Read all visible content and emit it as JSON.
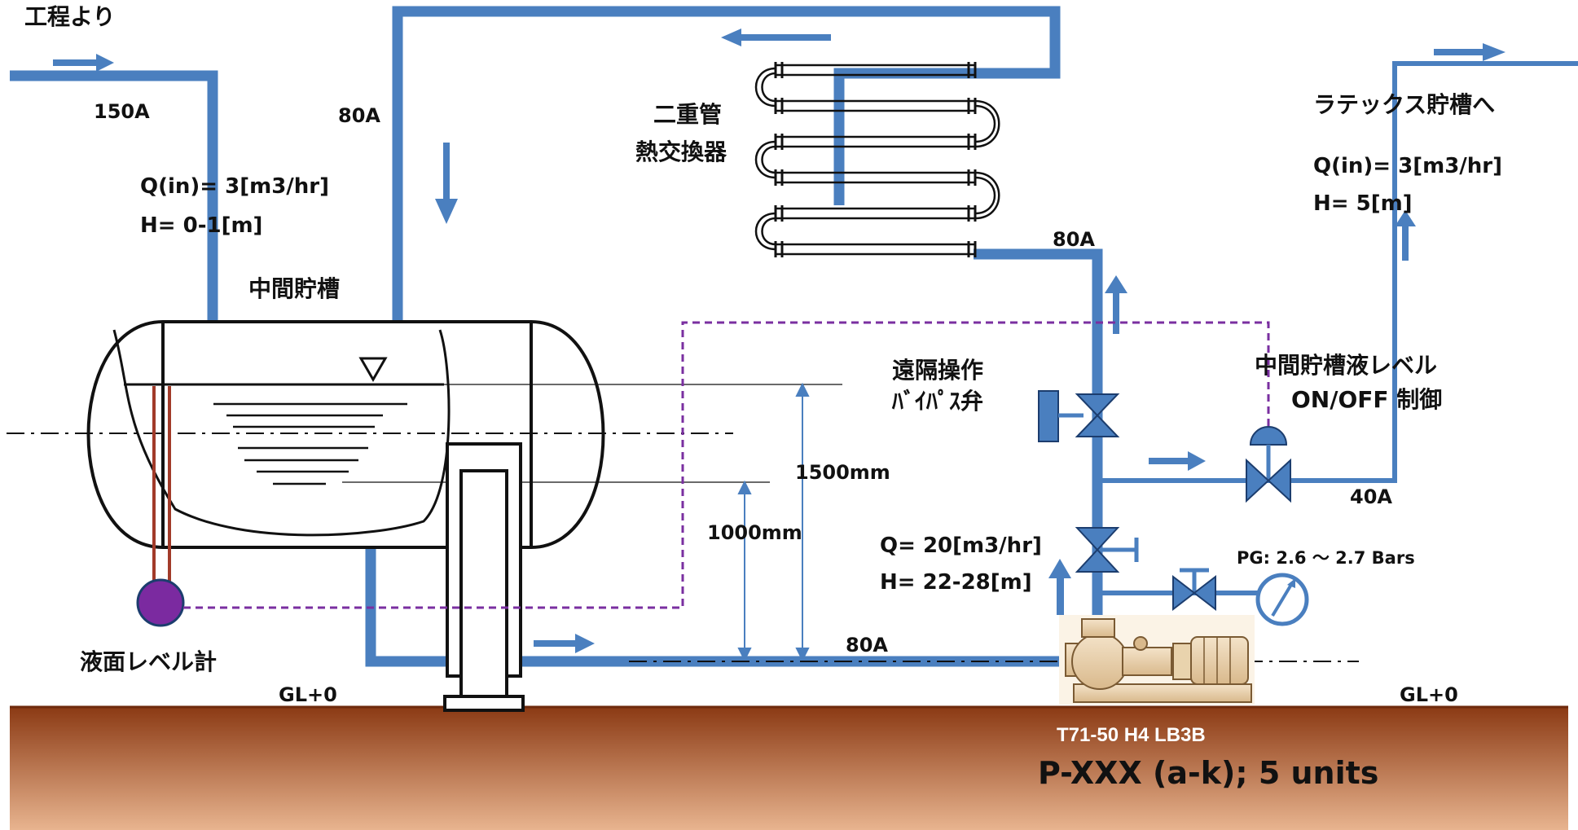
{
  "colors": {
    "pipe": "#4a7fbf",
    "arrow": "#4a7fbf",
    "control_line": "#7a2fa0",
    "ground_top": "#8b3a14",
    "ground_bottom": "#e8b48f",
    "sensor_rod": "#a23b2a",
    "sensor_bulb": "#7b2aa0"
  },
  "labels": {
    "source": "工程より",
    "pipe_150a": "150A",
    "pipe_80a_top": "80A",
    "inflow_q": "Q(in)= 3[m3/hr]",
    "inflow_h": "H= 0-1[m]",
    "tank_name": "中間貯槽",
    "level_gauge": "液面レベル計",
    "gl_left": "GL+0",
    "gl_right": "GL+0",
    "hx_line1": "二重管",
    "hx_line2": "熱交換器",
    "pipe_80a_hx": "80A",
    "destination": "ラテックス貯槽へ",
    "outflow_q": "Q(in)= 3[m3/hr]",
    "outflow_h": "H= 5[m]",
    "remote_valve_line1": "遠隔操作",
    "remote_valve_line2": "ﾊﾞｲﾊﾟｽ弁",
    "level_ctrl_line1": "中間貯槽液レベル",
    "level_ctrl_line2": "ON/OFF 制御",
    "pipe_40a": "40A",
    "dim_1500": "1500mm",
    "dim_1000": "1000mm",
    "pump_q": "Q= 20[m3/hr]",
    "pump_h": "H= 22-28[m]",
    "pressure_gauge": "PG: 2.6 〜 2.7 Bars",
    "pipe_80a_bottom": "80A",
    "pump_model": "T71-50 H4  LB3B",
    "pump_tag": "P-XXX (a-k);  5 units"
  },
  "icons": {
    "level_gauge": "level-gauge-icon",
    "pressure_gauge": "pressure-gauge-icon",
    "remote_valve": "remote-bypass-valve-icon",
    "control_valve": "level-control-valve-icon",
    "gate_valve": "gate-valve-icon",
    "pump": "centrifugal-pump-icon",
    "heat_exchanger": "double-pipe-heat-exchanger-icon",
    "water_level": "water-level-triangle-icon"
  }
}
